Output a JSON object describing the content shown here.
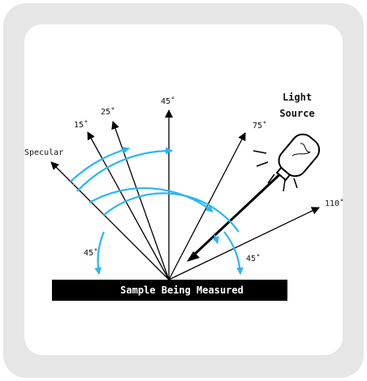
{
  "diagram": {
    "colors": {
      "arc": "#29b6f6",
      "ink": "#000000",
      "frame": "#e6e6e6"
    },
    "labels": {
      "specular": "Specular",
      "deg15": "15˚",
      "deg25": "25˚",
      "deg45": "45˚",
      "deg75": "75˚",
      "deg110": "110˚",
      "left45": "45˚",
      "right45": "45˚",
      "light_line1": "Light",
      "light_line2": "Source"
    },
    "sample_label": "Sample Being Measured"
  }
}
